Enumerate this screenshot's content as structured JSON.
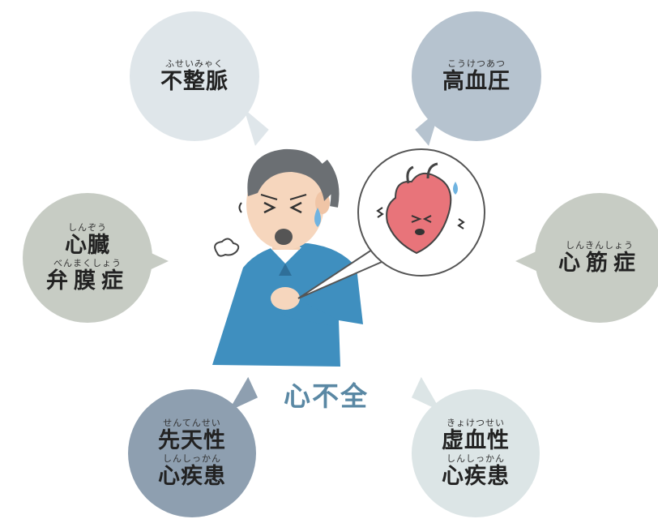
{
  "center_label": "心不全",
  "causes": [
    {
      "lines": [
        {
          "ruby": "ふせいみゃく",
          "term": "不整脈"
        }
      ]
    },
    {
      "lines": [
        {
          "ruby": "こうけつあつ",
          "term": "高血圧"
        }
      ]
    },
    {
      "lines": [
        {
          "ruby": "しんぞう",
          "term": "心臓"
        },
        {
          "ruby": "べんまくしょう",
          "term": "弁膜症"
        }
      ]
    },
    {
      "lines": [
        {
          "ruby": "しんきんしょう",
          "term": "心筋症"
        }
      ]
    },
    {
      "lines": [
        {
          "ruby": "せんてんせい",
          "term": "先天性"
        },
        {
          "ruby": "しんしっかん",
          "term": "心疾患"
        }
      ]
    },
    {
      "lines": [
        {
          "ruby": "きょけつせい",
          "term": "虚血性"
        },
        {
          "ruby": "しんしっかん",
          "term": "心疾患"
        }
      ]
    }
  ],
  "colors": {
    "bubble_arrhythmia": "#dfe6ea",
    "bubble_hypertension": "#b6c3cf",
    "bubble_valve": "#c7ccc4",
    "bubble_cardiomyopathy": "#c7ccc4",
    "bubble_congenital": "#8e9fb0",
    "bubble_ischemic": "#dce5e6",
    "center_label": "#5a88a4",
    "shirt": "#3f8fbf",
    "heart": "#e8747a"
  }
}
